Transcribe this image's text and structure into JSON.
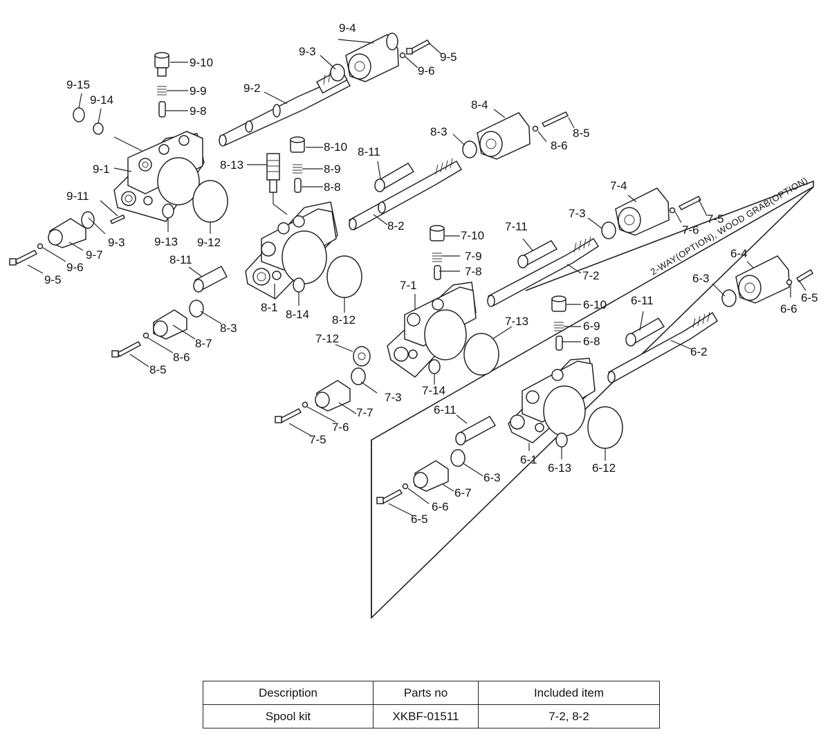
{
  "diagram": {
    "option_note": "2-WAY(OPTION), WOOD GRAB(OPTION)",
    "labels": {
      "p9_1": "9-1",
      "p9_2": "9-2",
      "p9_3a": "9-3",
      "p9_3b": "9-3",
      "p9_4": "9-4",
      "p9_5a": "9-5",
      "p9_5b": "9-5",
      "p9_6a": "9-6",
      "p9_6b": "9-6",
      "p9_7": "9-7",
      "p9_8": "9-8",
      "p9_9": "9-9",
      "p9_10": "9-10",
      "p9_11": "9-11",
      "p9_12": "9-12",
      "p9_13": "9-13",
      "p9_14": "9-14",
      "p9_15": "9-15",
      "p8_1": "8-1",
      "p8_2": "8-2",
      "p8_3a": "8-3",
      "p8_3b": "8-3",
      "p8_4": "8-4",
      "p8_5a": "8-5",
      "p8_5b": "8-5",
      "p8_6a": "8-6",
      "p8_6b": "8-6",
      "p8_7": "8-7",
      "p8_8": "8-8",
      "p8_9": "8-9",
      "p8_10": "8-10",
      "p8_11a": "8-11",
      "p8_11b": "8-11",
      "p8_12": "8-12",
      "p8_13": "8-13",
      "p8_14": "8-14",
      "p7_1": "7-1",
      "p7_2": "7-2",
      "p7_3a": "7-3",
      "p7_3b": "7-3",
      "p7_4": "7-4",
      "p7_5a": "7-5",
      "p7_5b": "7-5",
      "p7_6a": "7-6",
      "p7_6b": "7-6",
      "p7_7": "7-7",
      "p7_8": "7-8",
      "p7_9": "7-9",
      "p7_10": "7-10",
      "p7_11": "7-11",
      "p7_12": "7-12",
      "p7_13": "7-13",
      "p7_14": "7-14",
      "p6_1": "6-1",
      "p6_2": "6-2",
      "p6_3a": "6-3",
      "p6_3b": "6-3",
      "p6_4": "6-4",
      "p6_5a": "6-5",
      "p6_5b": "6-5",
      "p6_6a": "6-6",
      "p6_6b": "6-6",
      "p6_7": "6-7",
      "p6_8": "6-8",
      "p6_9": "6-9",
      "p6_10": "6-10",
      "p6_11a": "6-11",
      "p6_11b": "6-11",
      "p6_12": "6-12",
      "p6_13": "6-13"
    }
  },
  "table": {
    "headers": [
      "Description",
      "Parts no",
      "Included item"
    ],
    "rows": [
      [
        "Spool kit",
        "XKBF-01511",
        "7-2, 8-2"
      ]
    ]
  }
}
